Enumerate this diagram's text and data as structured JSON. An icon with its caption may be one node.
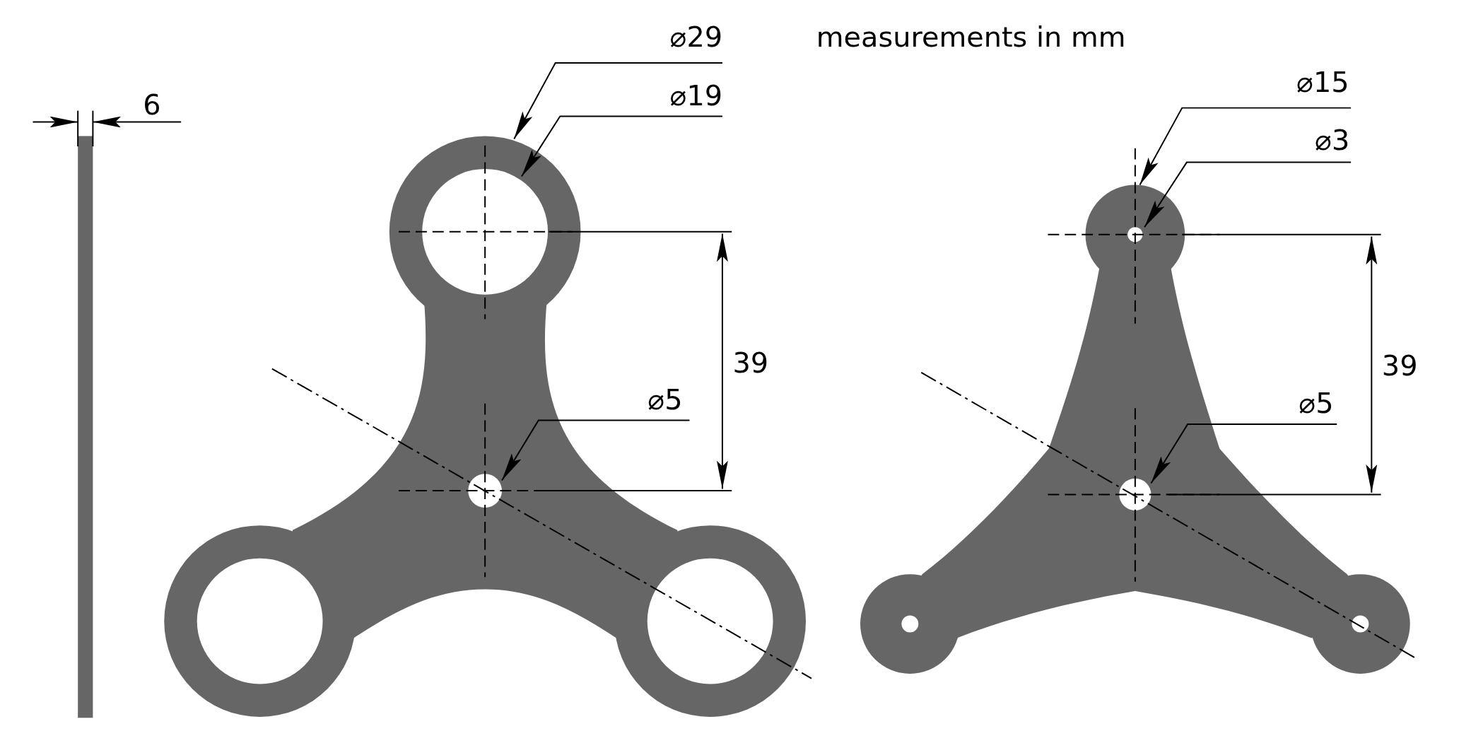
{
  "diagram": {
    "nodes": [
      {
        "text": [
          "⌀29"
        ]
      },
      {
        "text": [
          "⌀19"
        ]
      },
      {
        "text": [
          "⌀5"
        ]
      },
      {
        "text": [
          "⌀15"
        ]
      },
      {
        "text": [
          "⌀3"
        ]
      },
      {
        "text": [
          "⌀5"
        ]
      }
    ],
    "edges": [
      {
        "from": 0,
        "to": null,
        "arrow": "to"
      },
      {
        "from": 1,
        "to": null,
        "arrow": "to"
      },
      {
        "from": 2,
        "to": null,
        "arrow": "to"
      },
      {
        "from": 3,
        "to": null,
        "arrow": "to"
      },
      {
        "from": 4,
        "to": null,
        "arrow": "to"
      },
      {
        "from": 5,
        "to": null,
        "arrow": "to"
      }
    ],
    "labels": [
      "6",
      "measurements in mm",
      "39",
      "39"
    ]
  }
}
